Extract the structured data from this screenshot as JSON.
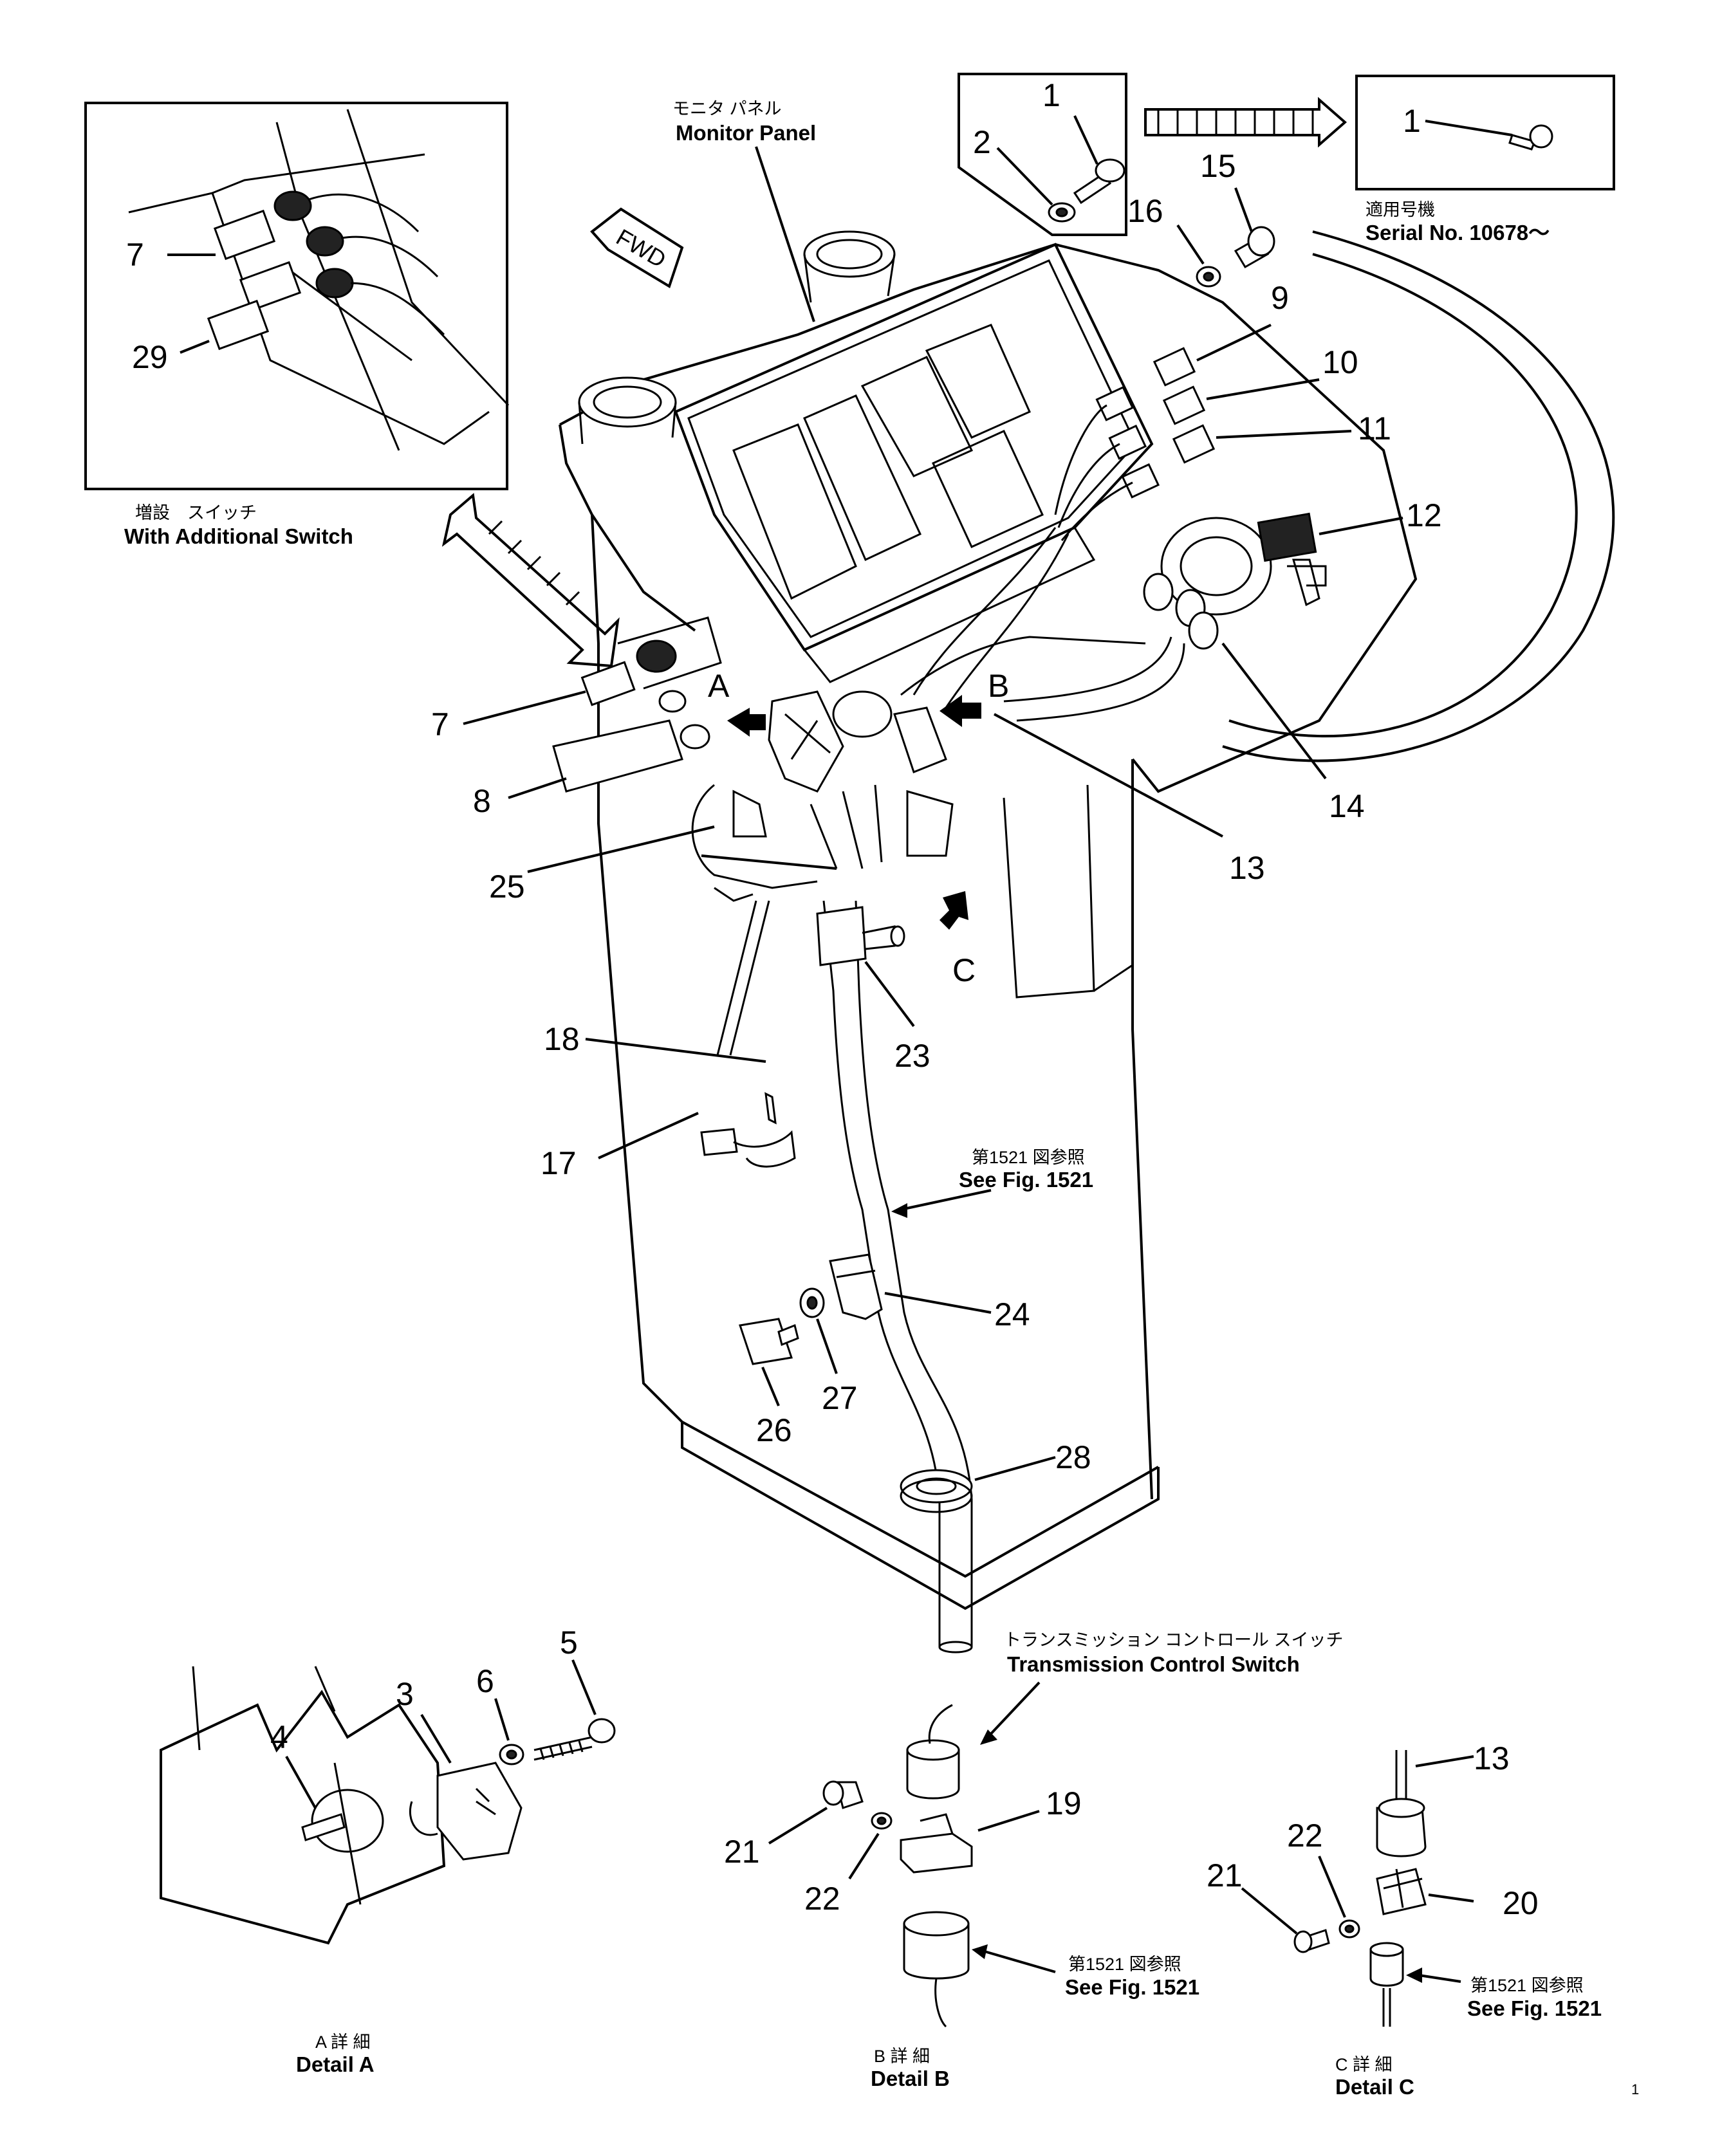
{
  "header": {
    "monitor_panel_jp": "モニタ パネル",
    "monitor_panel_en": "Monitor Panel",
    "fwd": "FWD",
    "serial_jp": "適用号機",
    "serial_en": "Serial No. 10678～",
    "additional_jp": "増設　スイッチ",
    "additional_en": "With Additional Switch"
  },
  "callouts": {
    "top_1a": "1",
    "top_2": "2",
    "top_1b": "1",
    "n15": "15",
    "n16": "16",
    "n9": "9",
    "n10": "10",
    "n11": "11",
    "n12": "12",
    "n7_inset": "7",
    "n29": "29",
    "n7": "7",
    "n8": "8",
    "n25": "25",
    "n14": "14",
    "n13": "13",
    "n18": "18",
    "n17": "17",
    "n23": "23",
    "n24": "24",
    "n26": "26",
    "n27": "27",
    "n28": "28",
    "letter_a": "A",
    "letter_b": "B",
    "letter_c": "C",
    "n4": "4",
    "n3": "3",
    "n6": "6",
    "n5": "5",
    "n21b": "21",
    "n22b": "22",
    "n19": "19",
    "n13c": "13",
    "n22c": "22",
    "n21c": "21",
    "n20": "20"
  },
  "notes": {
    "see_fig_jp_main": "第1521 図参照",
    "see_fig_en_main": "See Fig. 1521",
    "trans_jp": "トランスミッション コントロール スイッチ",
    "trans_en": "Transmission Control Switch",
    "see_fig_jp_b": "第1521 図参照",
    "see_fig_en_b": "See Fig. 1521",
    "see_fig_jp_c": "第1521 図参照",
    "see_fig_en_c": "See Fig. 1521"
  },
  "details": {
    "a_jp": "A 詳 細",
    "a_en": "Detail A",
    "b_jp": "B 詳 細",
    "b_en": "Detail B",
    "c_jp": "C 詳 細",
    "c_en": "Detail C"
  },
  "footer": {
    "page_mark": "1"
  }
}
